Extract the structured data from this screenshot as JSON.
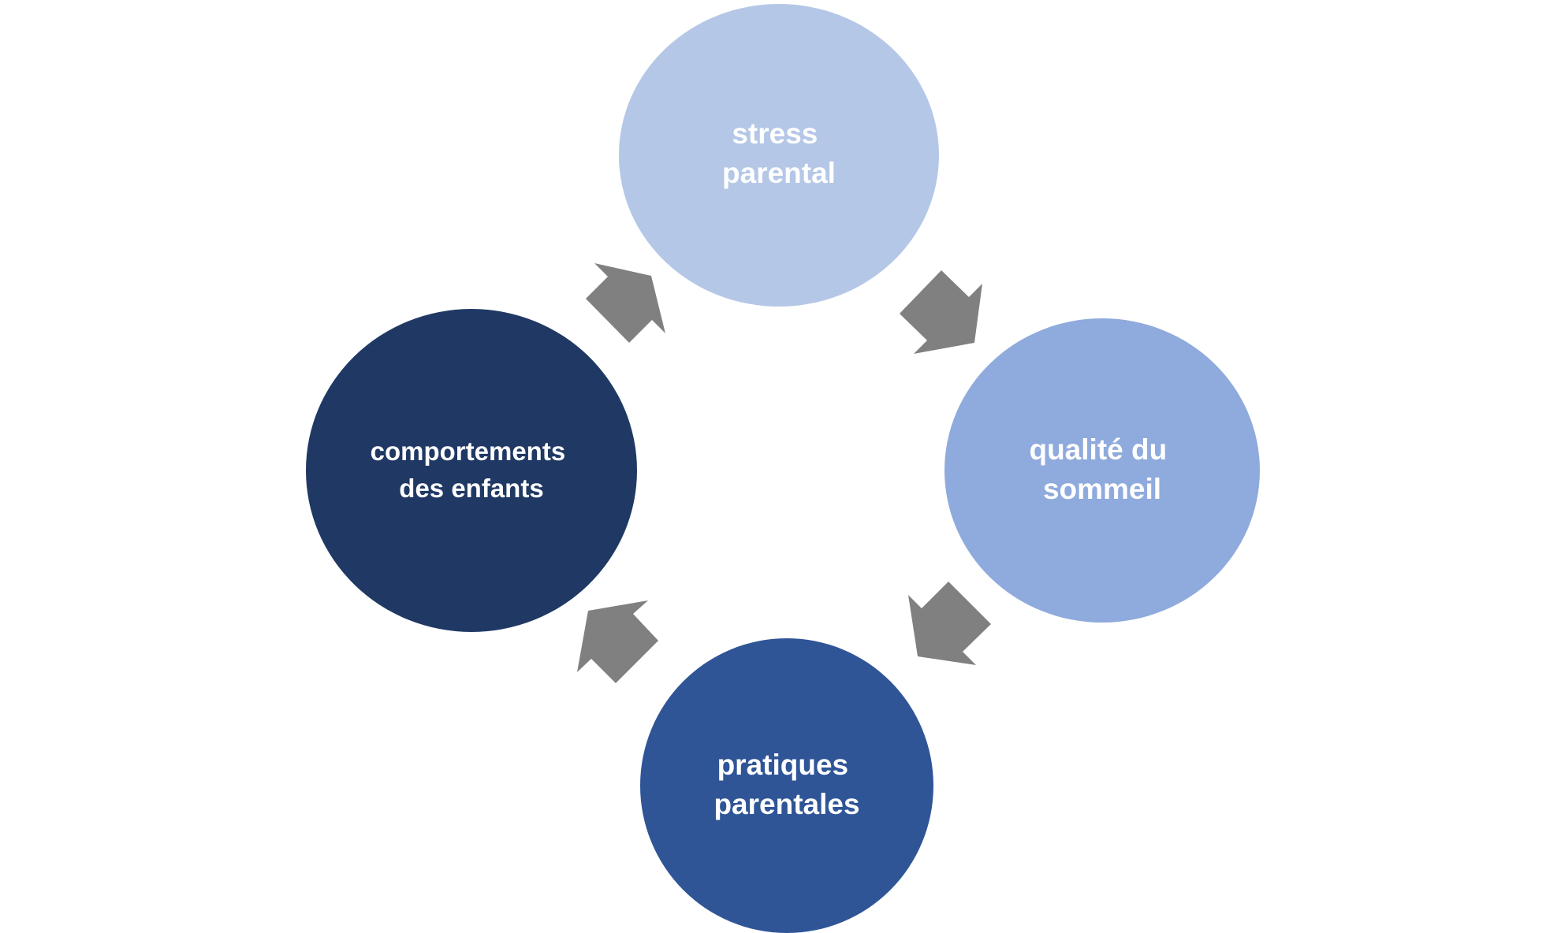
{
  "diagram": {
    "type": "cycle",
    "nodes": [
      {
        "id": "stress-parental",
        "lines": [
          "stress",
          "parental"
        ],
        "color": "#b4c7e7"
      },
      {
        "id": "qualite-du-sommeil",
        "lines": [
          "qualité du",
          "sommeil"
        ],
        "color": "#8faadc"
      },
      {
        "id": "pratiques-parentales",
        "lines": [
          "pratiques",
          "parentales"
        ],
        "color": "#2f5597"
      },
      {
        "id": "comportements-des-enfants",
        "lines": [
          "comportements",
          "des enfants"
        ],
        "color": "#203864"
      }
    ],
    "arrows": [
      {
        "from": "stress-parental",
        "to": "qualite-du-sommeil"
      },
      {
        "from": "qualite-du-sommeil",
        "to": "pratiques-parentales"
      },
      {
        "from": "pratiques-parentales",
        "to": "comportements-des-enfants"
      },
      {
        "from": "comportements-des-enfants",
        "to": "stress-parental"
      }
    ],
    "arrow_color": "#808080",
    "label_color": "#ffffff"
  }
}
